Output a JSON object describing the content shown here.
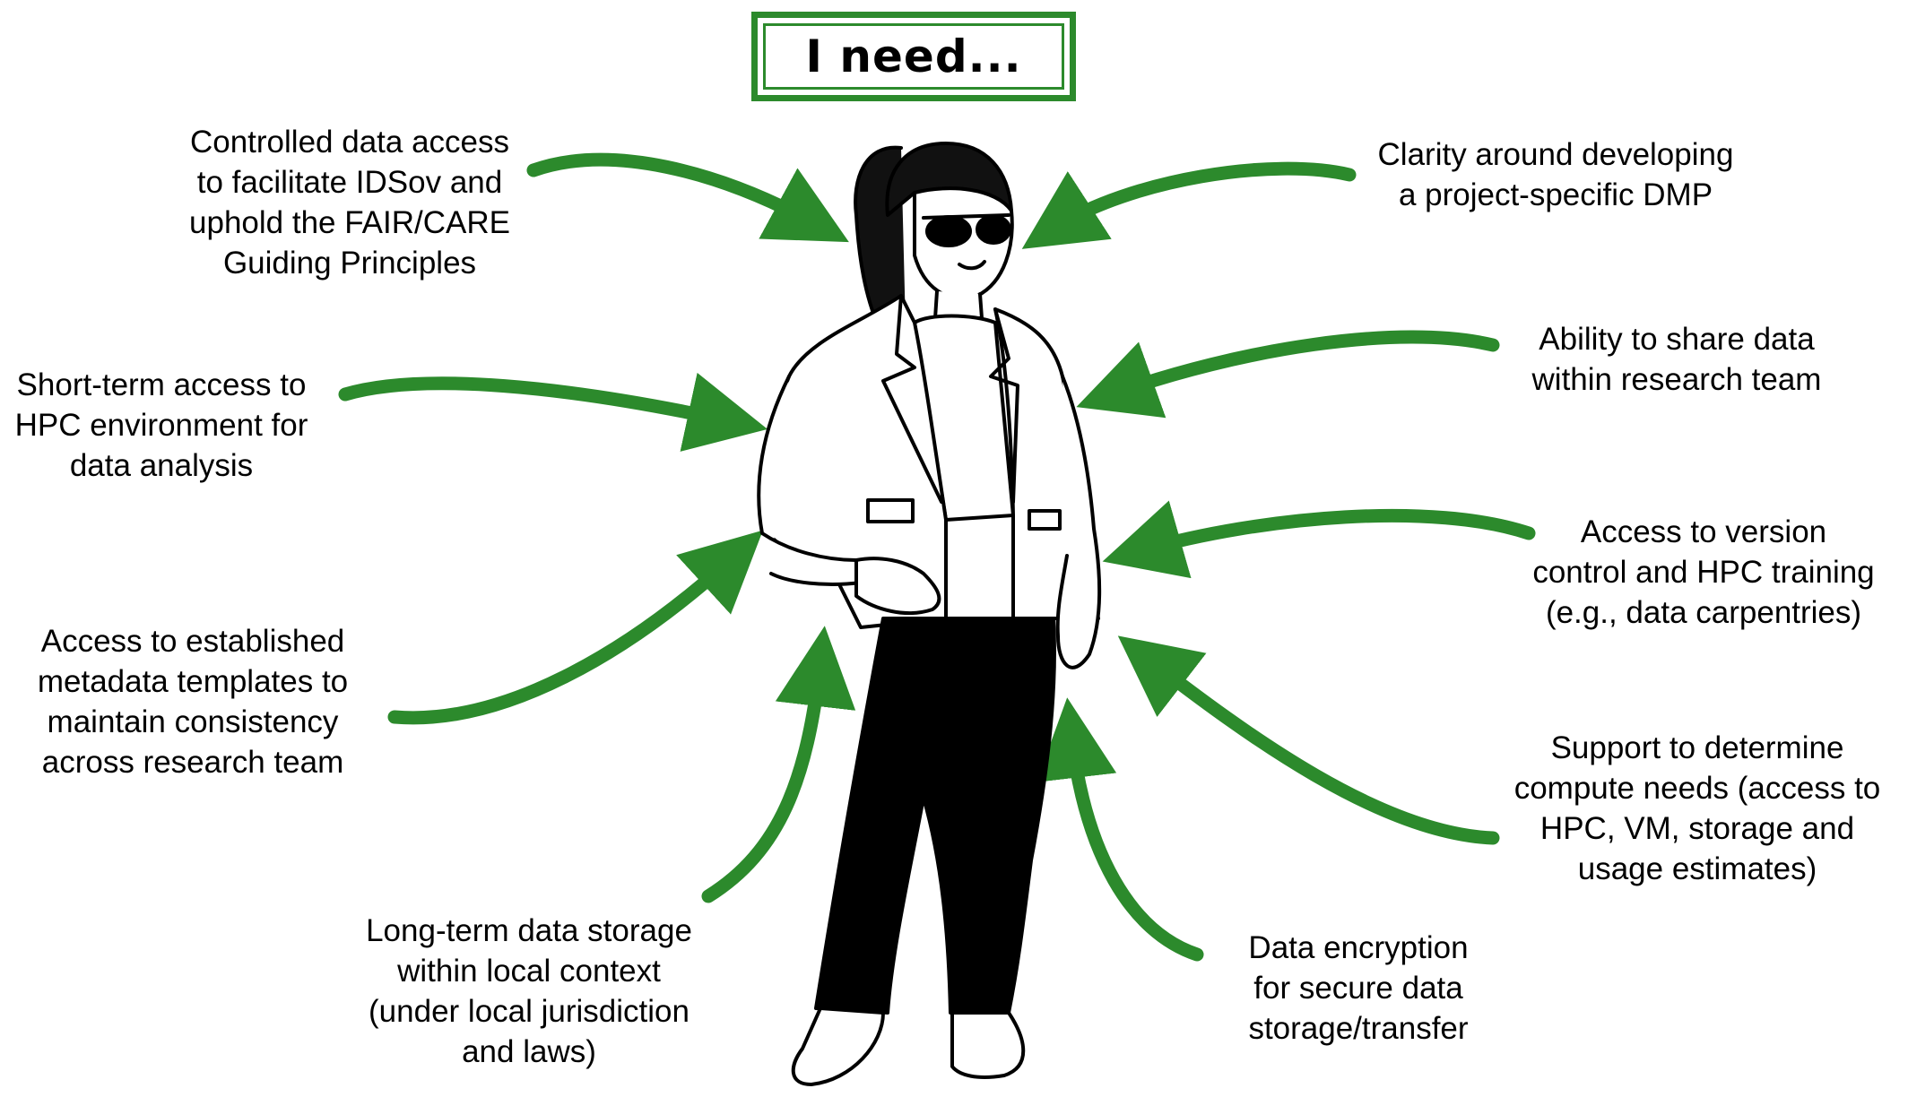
{
  "title": "I need...",
  "colors": {
    "arrow": "#2c8a2c",
    "ink": "#000000",
    "background": "#ffffff"
  },
  "needs": [
    {
      "lines": [
        "Controlled data access",
        "to facilitate IDSov and",
        "uphold the FAIR/CARE",
        "Guiding Principles"
      ]
    },
    {
      "lines": [
        "Clarity around developing",
        "a project-specific DMP"
      ]
    },
    {
      "lines": [
        "Short-term access to",
        "HPC environment for",
        "data analysis"
      ]
    },
    {
      "lines": [
        "Ability to share data",
        "within research team"
      ]
    },
    {
      "lines": [
        "Access to version",
        "control and HPC training",
        "(e.g., data carpentries)"
      ]
    },
    {
      "lines": [
        "Access to established",
        "metadata templates to",
        "maintain consistency",
        "across research team"
      ]
    },
    {
      "lines": [
        "Support to determine",
        "compute needs (access to",
        "HPC, VM, storage and",
        "usage estimates)"
      ]
    },
    {
      "lines": [
        "Long-term data storage",
        "within local context",
        "(under local jurisdiction",
        "and laws)"
      ]
    },
    {
      "lines": [
        "Data encryption",
        "for secure data",
        "storage/transfer"
      ]
    }
  ]
}
